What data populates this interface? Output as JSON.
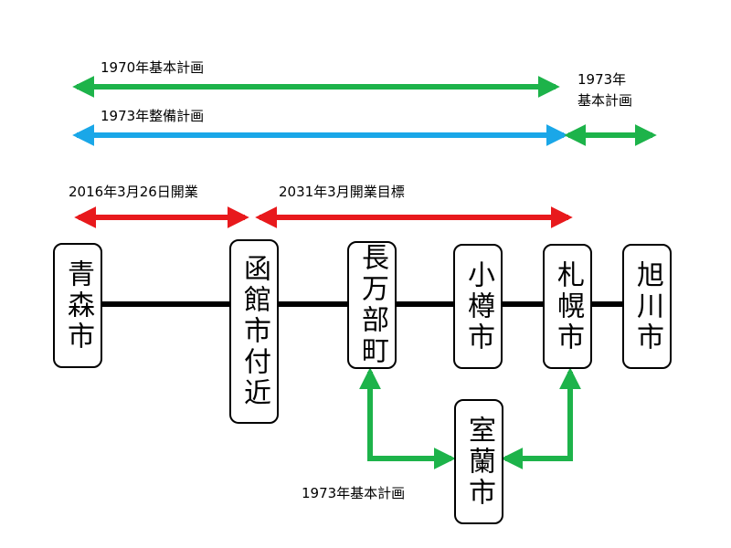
{
  "colors": {
    "green": "#1db34a",
    "blue": "#1aa7e8",
    "red": "#e8191c",
    "line": "#000000"
  },
  "labels": {
    "plan_1970": "1970年基本計画",
    "plan_1973_line1": "1973年",
    "plan_1973_line2": "基本計画",
    "maint_1973": "1973年整備計画",
    "open_2016": "2016年3月26日開業",
    "target_2031": "2031年3月開業目標",
    "plan_1973_muroran": "1973年基本計画"
  },
  "stations": {
    "aomori": "青森市",
    "hakodate": "函館市付近",
    "oshamambe": "長万部町",
    "otaru": "小樽市",
    "sapporo": "札幌市",
    "asahikawa": "旭川市",
    "muroran": "室蘭市"
  }
}
